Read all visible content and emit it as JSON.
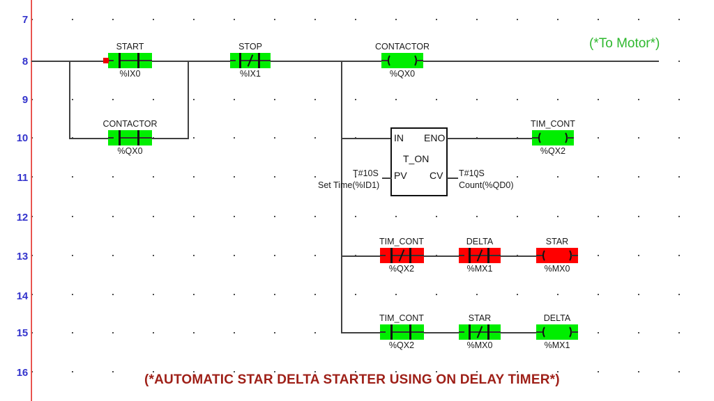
{
  "editor": {
    "title": "Ladder Diagram",
    "rail_color": "#e03b35",
    "row_number_color": "#3333cc",
    "energized_color": "#00ee00",
    "deenergized_color": "#ff0000",
    "wire_color": "#404040"
  },
  "row_numbers": [
    "7",
    "8",
    "9",
    "10",
    "11",
    "12",
    "13",
    "14",
    "15",
    "16"
  ],
  "comments": {
    "to_motor": "(*To Motor*)",
    "title_caption": "(*AUTOMATIC STAR DELTA STARTER USING ON DELAY TIMER*)"
  },
  "rungs": [
    {
      "row": "8",
      "elements": [
        {
          "kind": "contact-no",
          "name": "START",
          "address": "%IX0",
          "state": "on",
          "selected": true
        },
        {
          "kind": "contact-nc",
          "name": "STOP",
          "address": "%IX1",
          "state": "on"
        },
        {
          "kind": "coil",
          "name": "CONTACTOR",
          "address": "%QX0",
          "state": "on"
        }
      ]
    },
    {
      "row": "10",
      "branch_of": "8",
      "elements": [
        {
          "kind": "contact-no",
          "name": "CONTACTOR",
          "address": "%QX0",
          "state": "on"
        }
      ]
    },
    {
      "row": "10",
      "elements": [
        {
          "kind": "function-block",
          "name": "T_ON"
        },
        {
          "kind": "coil",
          "name": "TIM_CONT",
          "address": "%QX2",
          "state": "on"
        }
      ]
    },
    {
      "row": "13",
      "elements": [
        {
          "kind": "contact-nc",
          "name": "TIM_CONT",
          "address": "%QX2",
          "state": "off"
        },
        {
          "kind": "contact-nc",
          "name": "DELTA",
          "address": "%MX1",
          "state": "off"
        },
        {
          "kind": "coil",
          "name": "STAR",
          "address": "%MX0",
          "state": "off"
        }
      ]
    },
    {
      "row": "15",
      "elements": [
        {
          "kind": "contact-no",
          "name": "TIM_CONT",
          "address": "%QX2",
          "state": "on"
        },
        {
          "kind": "contact-nc",
          "name": "STAR",
          "address": "%MX0",
          "state": "on"
        },
        {
          "kind": "coil",
          "name": "DELTA",
          "address": "%MX1",
          "state": "on"
        }
      ]
    }
  ],
  "timer_block": {
    "type": "T_ON",
    "input_pin": "IN",
    "output_pin": "ENO",
    "preset_pin": "PV",
    "current_pin": "CV",
    "preset_value": "T#10S",
    "preset_label": "Set Time(%ID1)",
    "current_value": "T#10S",
    "current_label": "Count(%QD0)"
  },
  "contacts": {
    "start": {
      "name": "START",
      "address": "%IX0"
    },
    "stop": {
      "name": "STOP",
      "address": "%IX1"
    },
    "contactor_coil": {
      "name": "CONTACTOR",
      "address": "%QX0"
    },
    "contactor_seal": {
      "name": "CONTACTOR",
      "address": "%QX0"
    },
    "tim_cont_coil": {
      "name": "TIM_CONT",
      "address": "%QX2"
    },
    "tim_cont_nc": {
      "name": "TIM_CONT",
      "address": "%QX2"
    },
    "delta_nc": {
      "name": "DELTA",
      "address": "%MX1"
    },
    "star_coil": {
      "name": "STAR",
      "address": "%MX0"
    },
    "tim_cont_no": {
      "name": "TIM_CONT",
      "address": "%QX2"
    },
    "star_nc": {
      "name": "STAR",
      "address": "%MX0"
    },
    "delta_coil": {
      "name": "DELTA",
      "address": "%MX1"
    }
  }
}
